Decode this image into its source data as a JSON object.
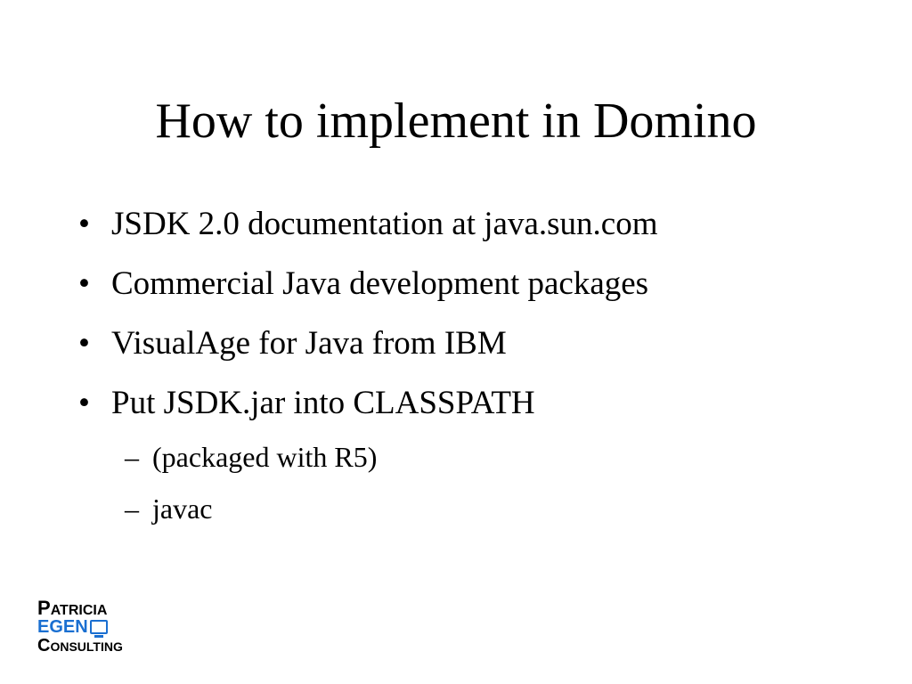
{
  "slide": {
    "title": "How to implement in Domino",
    "bullets": [
      {
        "marker": "•",
        "text": "JSDK 2.0 documentation at java.sun.com"
      },
      {
        "marker": "•",
        "text": "Commercial Java development packages"
      },
      {
        "marker": "•",
        "text": "VisualAge for Java from IBM"
      },
      {
        "marker": "•",
        "text": "Put JSDK.jar into CLASSPATH"
      }
    ],
    "sub_bullets": [
      {
        "marker": "–",
        "text": "(packaged with R5)"
      },
      {
        "marker": "–",
        "text": "javac"
      }
    ]
  },
  "logo": {
    "line1_initial": "P",
    "line1_rest": "ATRICIA",
    "line2": "EGEN",
    "line3_initial": "C",
    "line3_rest": "ONSULTING",
    "accent_color": "#1a6fd1",
    "icon": "computer-monitor-icon"
  }
}
